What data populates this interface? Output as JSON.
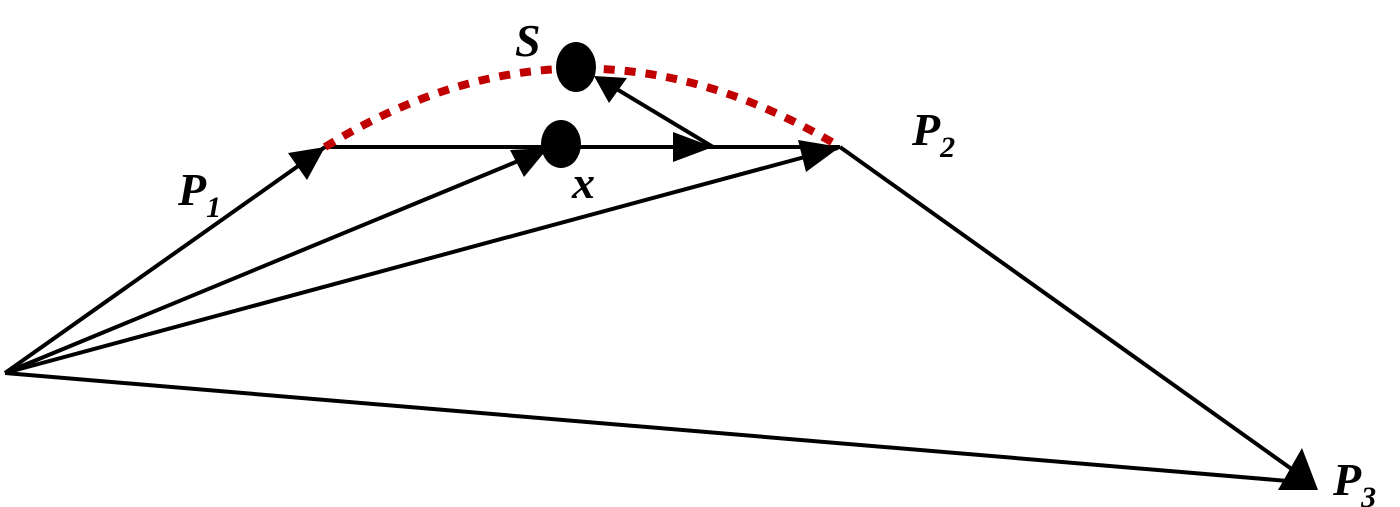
{
  "labels": {
    "s": "S",
    "x": "x",
    "p1": "P",
    "p1_sub": "1",
    "p2": "P",
    "p2_sub": "2",
    "p3": "P",
    "p3_sub": "3"
  },
  "colors": {
    "arc": "#c00000",
    "line": "#000000"
  }
}
